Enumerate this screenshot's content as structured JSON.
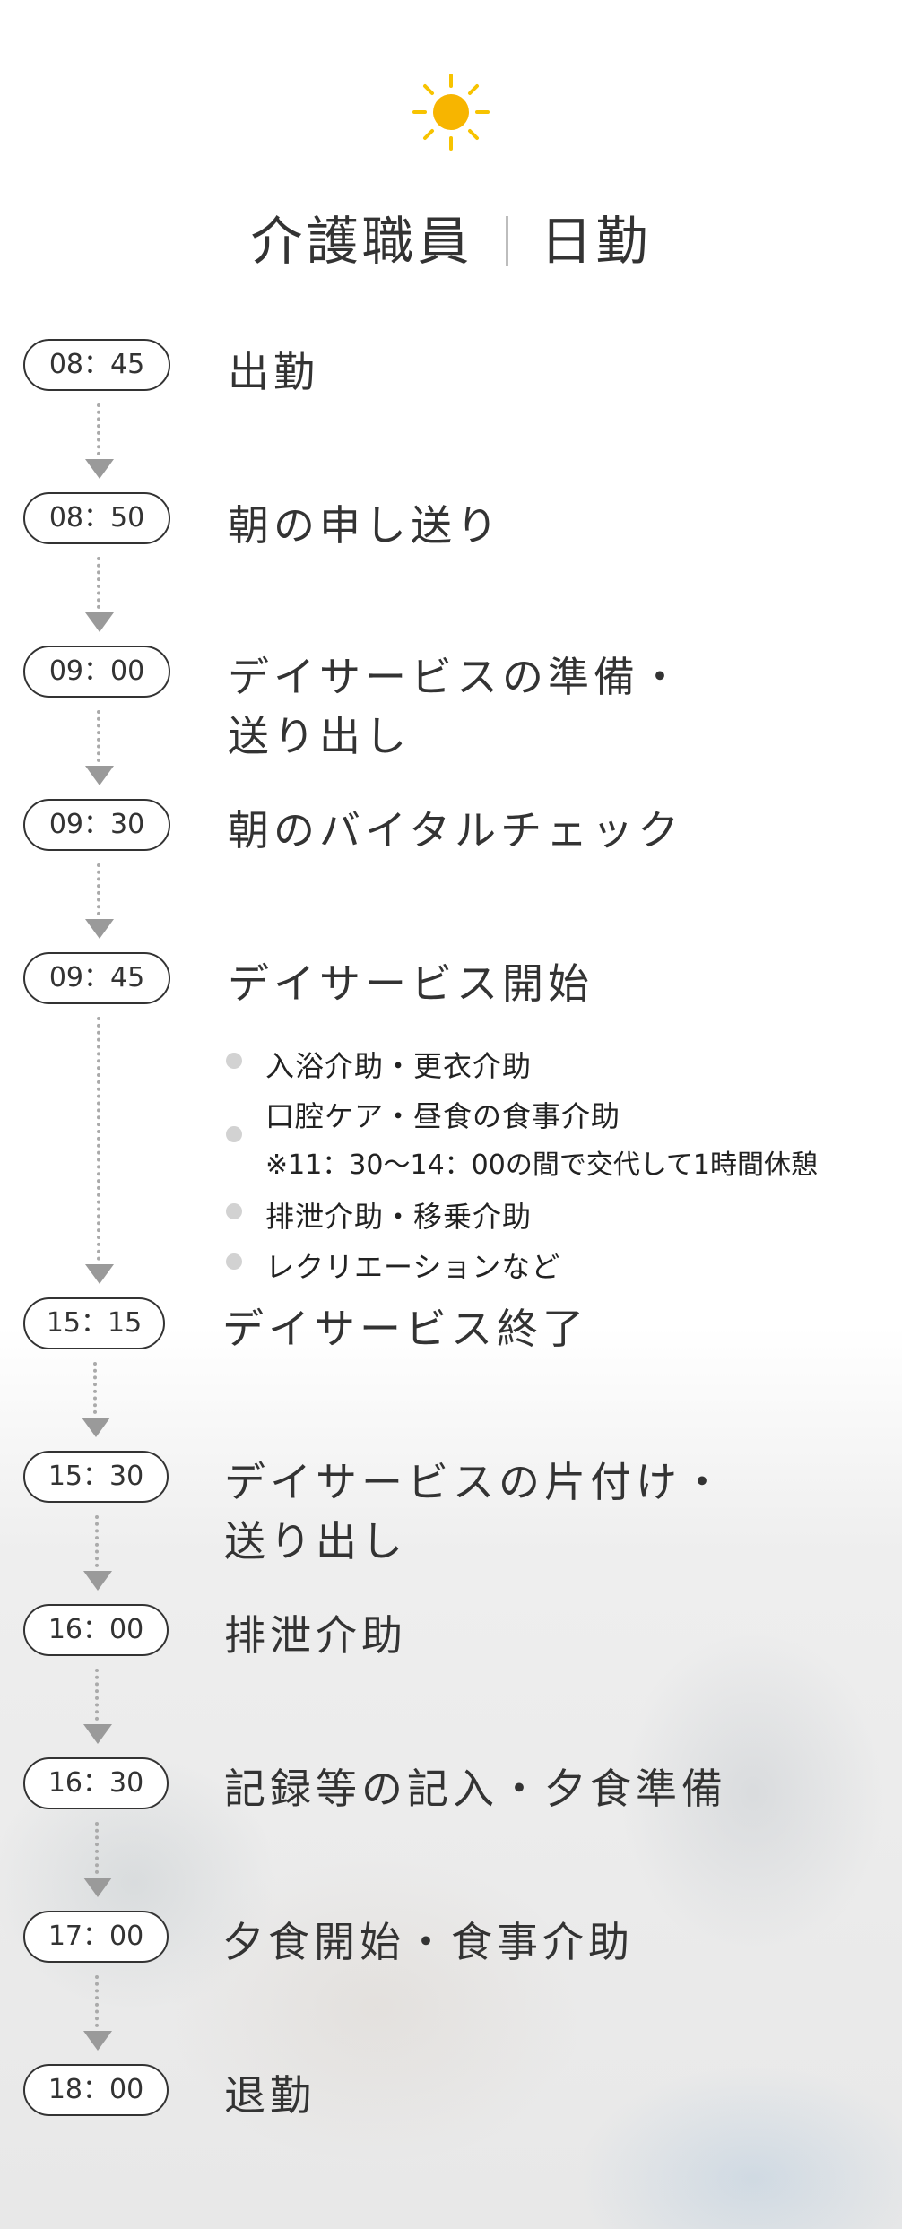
{
  "header": {
    "icon": "sun-icon",
    "title_left": "介護職員",
    "title_right": "日勤",
    "accent_color": "#F7C300"
  },
  "schedule": [
    {
      "time": "08：45",
      "label": "出勤"
    },
    {
      "time": "08：50",
      "label": "朝の申し送り"
    },
    {
      "time": "09：00",
      "label": "デイサービスの準備・",
      "label2": "送り出し"
    },
    {
      "time": "09：30",
      "label": "朝のバイタルチェック"
    },
    {
      "time": "09：45",
      "label": "デイサービス開始",
      "details": [
        {
          "text": "入浴介助・更衣介助"
        },
        {
          "text": "口腔ケア・昼食の食事介助",
          "note": "※11：30〜14：00の間で交代して1時間休憩"
        },
        {
          "text": "排泄介助・移乗介助"
        },
        {
          "text": "レクリエーションなど"
        }
      ]
    },
    {
      "time": "15：15",
      "label": "デイサービス終了"
    },
    {
      "time": "15：30",
      "label": "デイサービスの片付け・",
      "label2": "送り出し"
    },
    {
      "time": "16：00",
      "label": "排泄介助"
    },
    {
      "time": "16：30",
      "label": "記録等の記入・夕食準備"
    },
    {
      "time": "17：00",
      "label": "夕食開始・食事介助"
    },
    {
      "time": "18：00",
      "label": "退勤"
    }
  ]
}
